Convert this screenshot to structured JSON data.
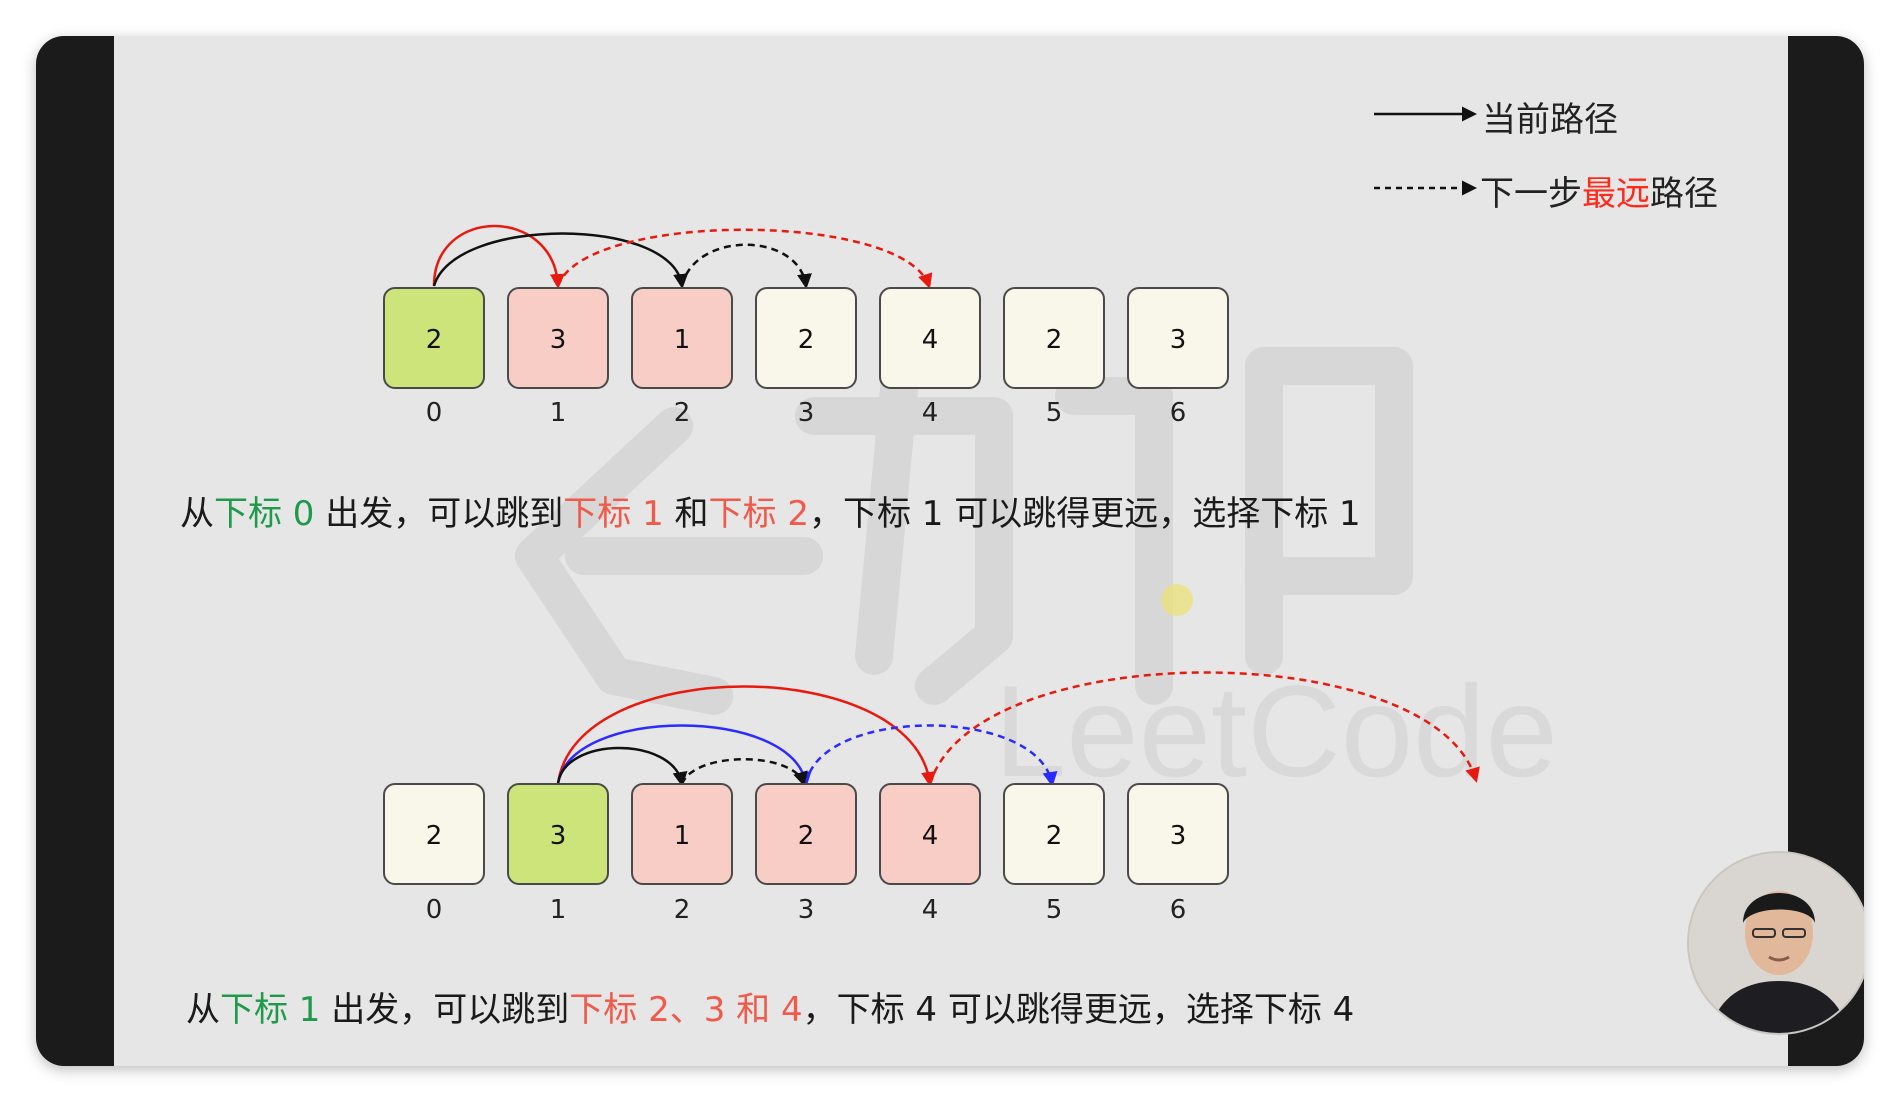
{
  "legend": {
    "current_path": "当前路径",
    "next_far_prefix": "下一步",
    "next_far_highlight": "最远",
    "next_far_suffix": "路径"
  },
  "diagram_top": {
    "values": [
      "2",
      "3",
      "1",
      "2",
      "4",
      "2",
      "3"
    ],
    "indices": [
      "0",
      "1",
      "2",
      "3",
      "4",
      "5",
      "6"
    ],
    "fills": [
      "#cde47a",
      "#f7cdc6",
      "#f7cdc6",
      "#f9f6ea",
      "#f9f6ea",
      "#f9f6ea",
      "#f9f6ea"
    ]
  },
  "diagram_bottom": {
    "values": [
      "2",
      "3",
      "1",
      "2",
      "4",
      "2",
      "3"
    ],
    "indices": [
      "0",
      "1",
      "2",
      "3",
      "4",
      "5",
      "6"
    ],
    "fills": [
      "#f9f6ea",
      "#cde47a",
      "#f7cdc6",
      "#f7cdc6",
      "#f7cdc6",
      "#f9f6ea",
      "#f9f6ea"
    ]
  },
  "caption_top": {
    "p1": "从",
    "p2": "下标 0",
    "p3": " 出发，可以跳到",
    "p4": "下标 1",
    "p5": " 和",
    "p6": "下标 2",
    "p7": "，下标 1 可以跳得更远，选择下标 1"
  },
  "caption_bottom": {
    "p1": "从",
    "p2": "下标 1",
    "p3": " 出发，可以跳到",
    "p4": "下标 2、3 和 4",
    "p5": "，下标 4 可以跳得更远，选择下标 4"
  },
  "watermark_text": "LeetCode",
  "colors": {
    "green_box": "#cde47a",
    "pink_box": "#f7cdc6",
    "cream_box": "#f9f6ea",
    "arrow_red": "#e8190f",
    "arrow_blue": "#2b2bff",
    "arrow_black": "#111111"
  }
}
